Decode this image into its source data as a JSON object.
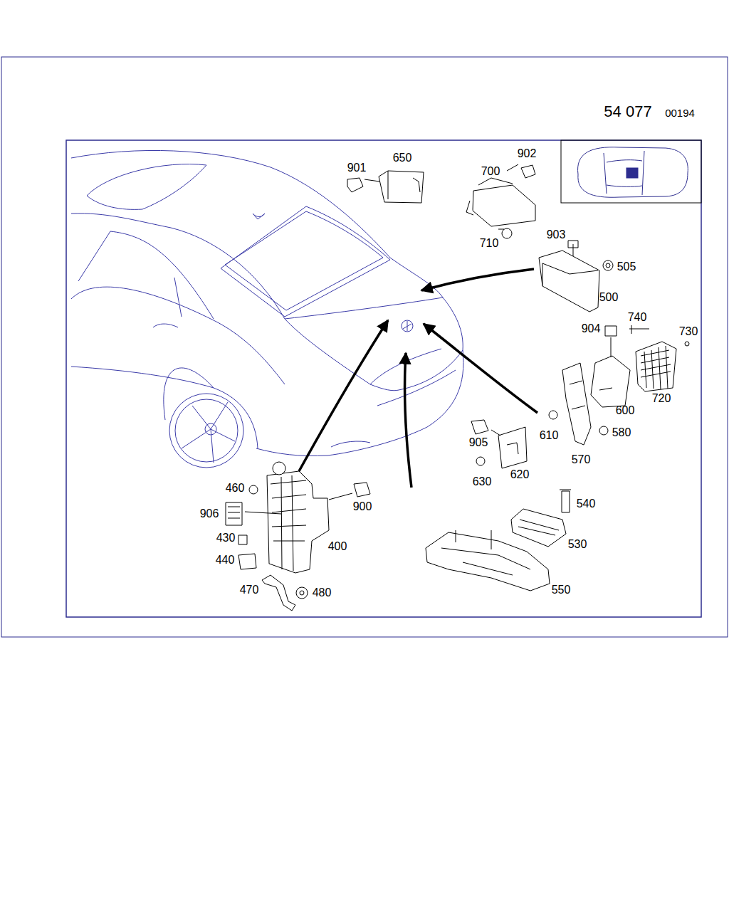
{
  "diagram": {
    "labels": [
      "54 077",
      "00194",
      "901",
      "650",
      "902",
      "700",
      "710",
      "903",
      "505",
      "500",
      "904",
      "740",
      "730",
      "720",
      "600",
      "610",
      "580",
      "570",
      "905",
      "620",
      "630",
      "460",
      "906",
      "430",
      "440",
      "470",
      "480",
      "900",
      "400",
      "540",
      "530",
      "550"
    ]
  }
}
